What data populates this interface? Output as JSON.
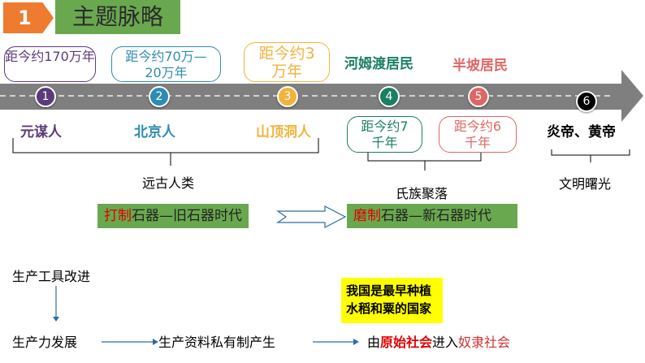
{
  "header": {
    "badge": "1",
    "title": "主题脉略"
  },
  "timeline": {
    "nodes": [
      {
        "num": "1",
        "name": "元谋人",
        "time": "距今约170万年",
        "color": "#5b3a7a"
      },
      {
        "num": "2",
        "name": "北京人",
        "time": "距今约70万—20万年",
        "color": "#2e8bb0"
      },
      {
        "num": "3",
        "name": "山顶洞人",
        "time": "距今约3万年",
        "color": "#f2b33d"
      },
      {
        "num": "4",
        "name": "河姆渡居民",
        "time": "距今约7千年",
        "color": "#1a7f64"
      },
      {
        "num": "5",
        "name": "半坡居民",
        "time": "距今约6千年",
        "color": "#e06666"
      },
      {
        "num": "6",
        "name": "炎帝、黄帝",
        "color": "#000000"
      }
    ],
    "groups": [
      "远古人类",
      "氏族聚落",
      "文明曙光"
    ]
  },
  "ages": {
    "old": {
      "hl": "打制",
      "rest": "石器—旧石器时代"
    },
    "new": {
      "hl": "磨制",
      "rest": "石器—新石器时代"
    }
  },
  "flow": {
    "step1": "生产工具改进",
    "step2": "生产力发展",
    "step3": "生产资料私有制产生",
    "step4_a": "由",
    "step4_b": "原始社会",
    "step4_c": "进入",
    "step4_d": "奴隶社会",
    "note": "我国是最早种植水稻和粟的国家"
  }
}
